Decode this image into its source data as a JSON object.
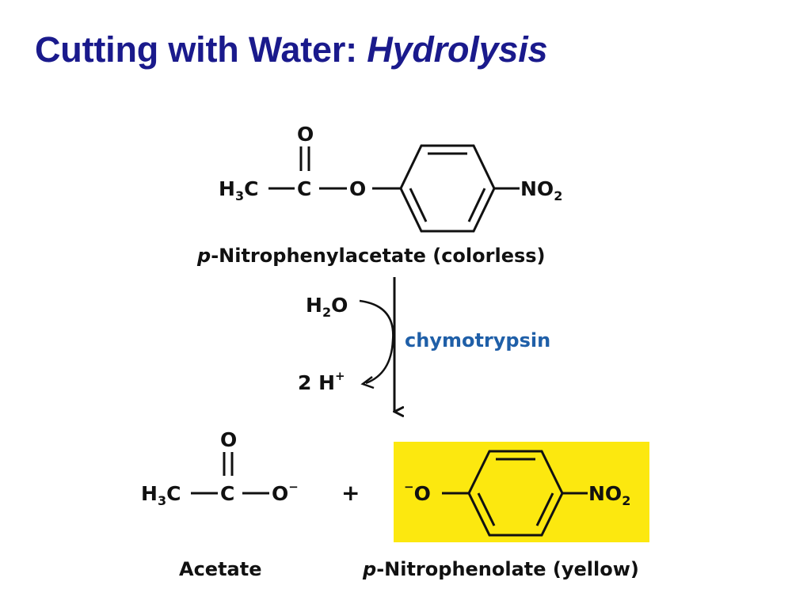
{
  "title": {
    "main": "Cutting with Water: ",
    "emphasis": "Hydrolysis",
    "color": "#1a1a8c"
  },
  "reactant": {
    "methyl": {
      "main": "H",
      "sub": "3",
      "tail": "C"
    },
    "carbon": "C",
    "carbonyl_oxygen": "O",
    "ester_oxygen": "O",
    "nitro": {
      "main": "NO",
      "sub": "2"
    },
    "name": {
      "italic": "p",
      "rest": "-Nitrophenylacetate (colorless)"
    }
  },
  "conditions": {
    "water": {
      "main": "H",
      "sub": "2",
      "tail": "O"
    },
    "protons": {
      "main": "2 H",
      "sup": "+"
    },
    "enzyme": "chymotrypsin",
    "enzyme_color": "#1f5fa8"
  },
  "products": {
    "acetate": {
      "methyl": {
        "main": "H",
        "sub": "3",
        "tail": "C"
      },
      "carbon": "C",
      "carbonyl_oxygen": "O",
      "oxygen": "O",
      "charge": "−",
      "name": "Acetate"
    },
    "plus": "+",
    "nitrophenolate": {
      "charge": "−",
      "oxygen": "O",
      "nitro": {
        "main": "NO",
        "sub": "2"
      },
      "name": {
        "italic": "p",
        "rest": "-Nitrophenolate (yellow)"
      },
      "highlight_color": "#fce80f"
    }
  }
}
